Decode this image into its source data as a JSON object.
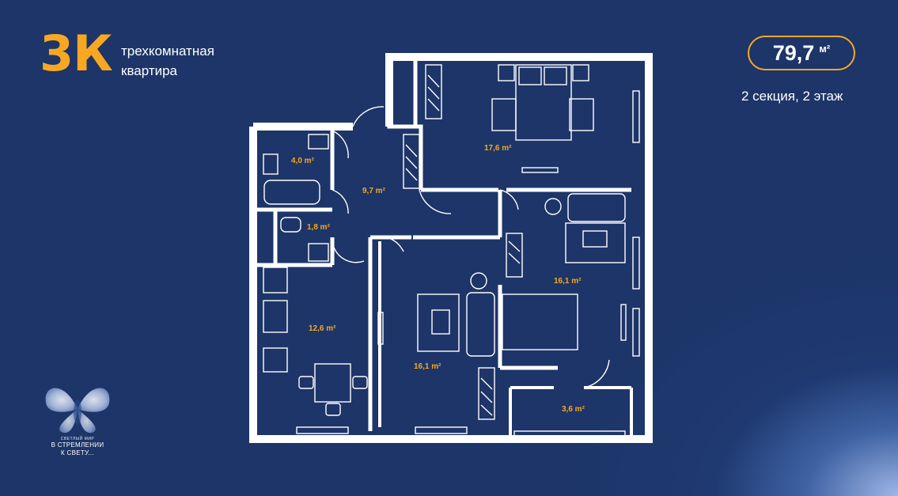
{
  "header": {
    "rooms_code": "3К",
    "subtitle_line1": "трехкомнатная",
    "subtitle_line2": "квартира",
    "total_area": "79,7",
    "area_unit": "м²",
    "section_floor": "2 секция, 2 этаж"
  },
  "rooms": [
    {
      "name": "bedroom-top",
      "area": "17,6 m²"
    },
    {
      "name": "bathroom",
      "area": "4,0 m²"
    },
    {
      "name": "hallway",
      "area": "9,7 m²"
    },
    {
      "name": "wc",
      "area": "1,8 m²"
    },
    {
      "name": "kitchen",
      "area": "12,6 m²"
    },
    {
      "name": "living-room",
      "area": "16,1 m²"
    },
    {
      "name": "bedroom-right",
      "area": "16,1 m²"
    },
    {
      "name": "balcony",
      "area": "3,6 m²"
    }
  ],
  "logo": {
    "small_text": "СВЕТЛЫЙ МИР",
    "line1": "В СТРЕМЛЕНИИ",
    "line2": "К СВЕТУ..."
  },
  "colors": {
    "background": "#1d3568",
    "accent": "#f7a823",
    "walls": "#ffffff"
  }
}
